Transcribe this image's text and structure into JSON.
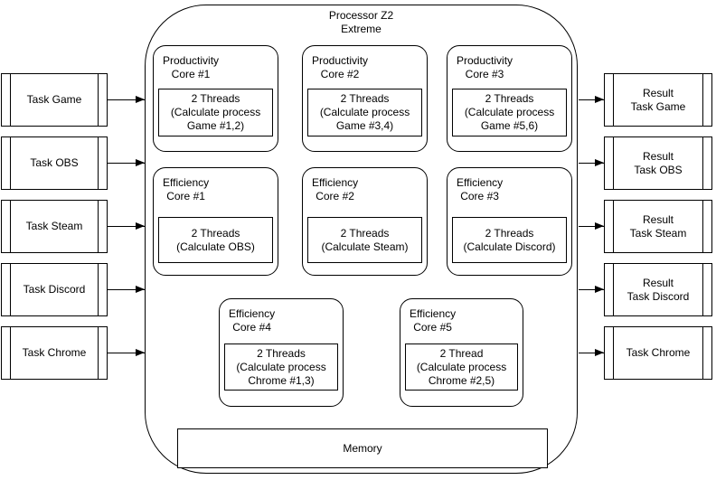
{
  "processor": {
    "title": "Processor Z2\nExtreme",
    "memory_label": "Memory",
    "cores": [
      {
        "label": "Productivity\nCore #1",
        "threads": "2 Threads\n(Calculate process\nGame #1,2)"
      },
      {
        "label": "Productivity\nCore #2",
        "threads": "2 Threads\n(Calculate process\nGame #3,4)"
      },
      {
        "label": "Productivity\nCore #3",
        "threads": "2 Threads\n(Calculate process\nGame #5,6)"
      },
      {
        "label": "Efficiency\nCore #1",
        "threads": "2 Threads\n(Calculate OBS)"
      },
      {
        "label": "Efficiency\nCore #2",
        "threads": "2 Threads\n(Calculate Steam)"
      },
      {
        "label": "Efficiency\nCore #3",
        "threads": "2 Threads\n(Calculate Discord)"
      },
      {
        "label": "Efficiency\nCore #4",
        "threads": "2 Threads\n(Calculate process\nChrome #1,3)"
      },
      {
        "label": "Efficiency\nCore #5",
        "threads": "2 Thread\n(Calculate process\nChrome #2,5)"
      }
    ]
  },
  "tasks": [
    "Task Game",
    "Task OBS",
    "Task Steam",
    "Task Discord",
    "Task Chrome"
  ],
  "results": [
    "Result\nTask Game",
    "Result\nTask OBS",
    "Result\nTask Steam",
    "Result\nTask Discord",
    "Task Chrome"
  ],
  "colors": {
    "stroke": "#000000",
    "background": "#ffffff"
  }
}
